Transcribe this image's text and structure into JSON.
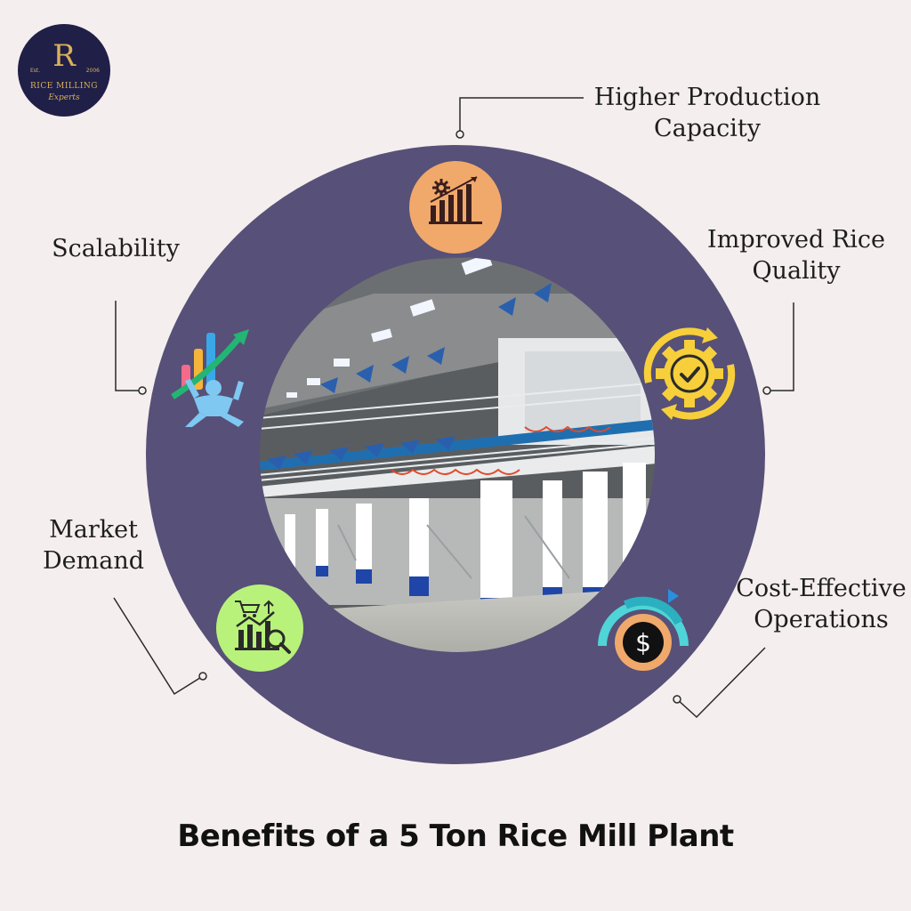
{
  "logo": {
    "monogram": "R",
    "brand": "RICE MILLING",
    "tagline": "Experts",
    "est": "Est.",
    "year": "2006"
  },
  "benefits": [
    {
      "label_line1": "Higher Production",
      "label_line2": "Capacity",
      "icon": "production-capacity-chart-icon",
      "color": "#f0a96a"
    },
    {
      "label_line1": "Improved Rice",
      "label_line2": "Quality",
      "icon": "quality-gear-check-icon",
      "color": "#f6cf3b"
    },
    {
      "label_line1": "Cost-Effective",
      "label_line2": "Operations",
      "icon": "dollar-gauge-icon",
      "color": "#f0a96a"
    },
    {
      "label_line1": "Market",
      "label_line2": "Demand",
      "icon": "market-analysis-icon",
      "color": "#b8f27a"
    },
    {
      "label_line1": "Scalability",
      "label_line2": "",
      "icon": "scalability-figure-icon",
      "color": "#6ec6f0"
    }
  ],
  "photo": {
    "subject": "rice-mill-plant-interior"
  },
  "title": "Benefits of a 5 Ton Rice Mill Plant",
  "colors": {
    "background": "#f5eeee",
    "ring": "#575078",
    "logo_bg": "#1f1f47",
    "logo_gold": "#d9b15a"
  }
}
